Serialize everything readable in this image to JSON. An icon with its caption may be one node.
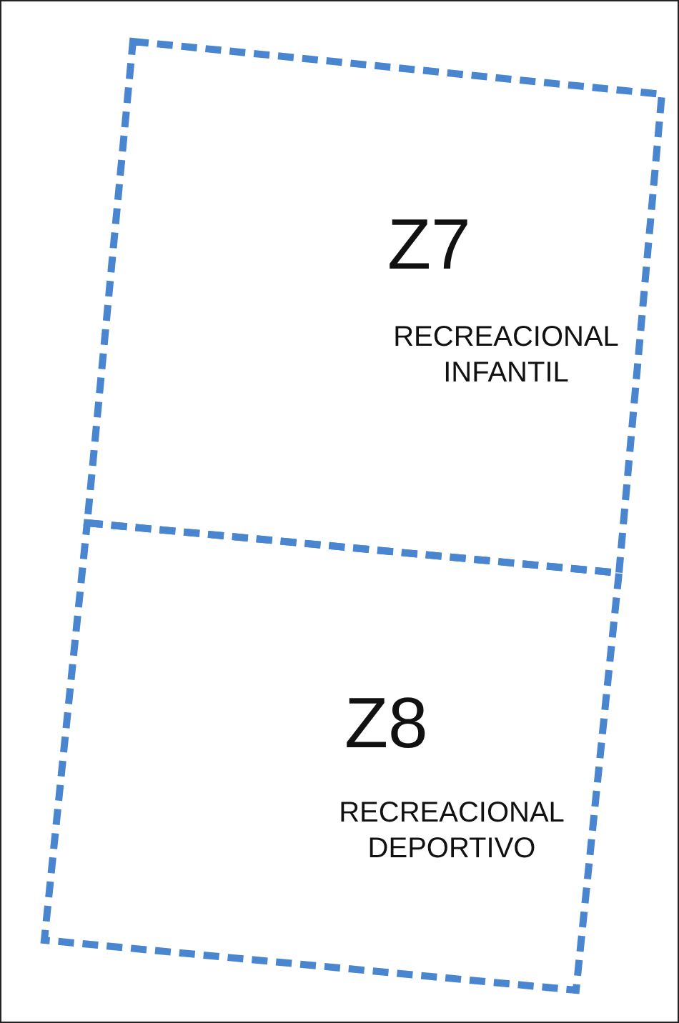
{
  "diagram": {
    "nodes": [
      {
        "text": [
          "Z7",
          "RECREACIONAL INFANTIL"
        ]
      },
      {
        "text": [
          "Z8",
          "RECREACIONAL DEPORTIVO"
        ]
      }
    ],
    "edges": []
  }
}
